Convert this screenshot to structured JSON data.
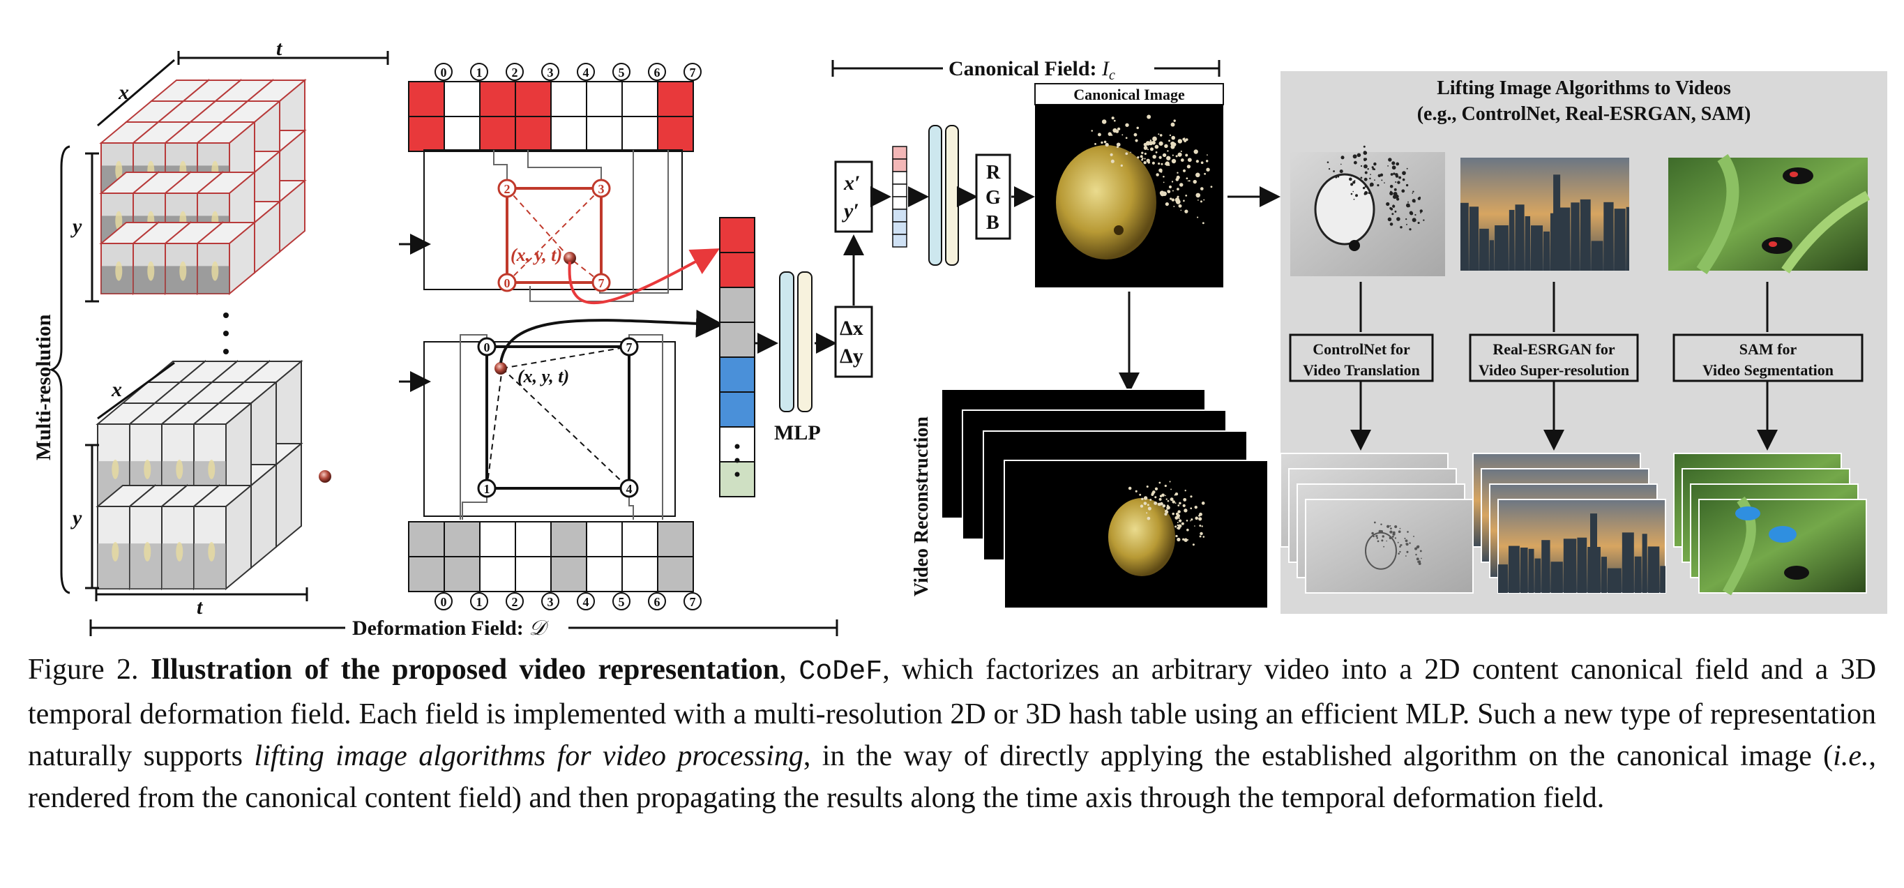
{
  "hash_indices": [
    "0",
    "1",
    "2",
    "3",
    "4",
    "5",
    "6",
    "7"
  ],
  "deformation": {
    "axis_t": "t",
    "axis_x": "x",
    "axis_y": "y",
    "multi_resolution": "Multi-resolution",
    "point_label": "(x, y, t)",
    "field_title": "Deformation Field: ",
    "field_symbol": "𝒟",
    "corner_top": [
      "2",
      "3",
      "0",
      "7"
    ],
    "corner_bottom": [
      "0",
      "7",
      "1",
      "4"
    ]
  },
  "mlp_label": "MLP",
  "delta": {
    "dx": "Δx",
    "dy": "Δy"
  },
  "coords": {
    "x": "x′",
    "y": "y′"
  },
  "rgb": {
    "r": "R",
    "g": "G",
    "b": "B"
  },
  "canonical": {
    "field_title": "Canonical Field: ",
    "field_symbol": "I",
    "field_sub": "c",
    "image_title": "Canonical Image"
  },
  "reconstruction_label": "Video Reconstruction",
  "lifting": {
    "title_line1": "Lifting Image Algorithms to Videos",
    "title_line2": "(e.g., ControlNet, Real-ESRGAN, SAM)",
    "boxes": [
      {
        "line1": "ControlNet for",
        "line2": "Video Translation"
      },
      {
        "line1": "Real-ESRGAN for",
        "line2": "Video Super-resolution"
      },
      {
        "line1": "SAM for",
        "line2": "Video Segmentation"
      }
    ]
  },
  "colors": {
    "red": "#e8393b",
    "gray": "#bdbdbd",
    "blue": "#4a90d9",
    "green": "#cfe0c3",
    "mlp_blue": "#cde7ee",
    "mlp_cream": "#f7f2dd"
  },
  "caption": {
    "prefix": "Figure 2. ",
    "bold": "Illustration of the proposed video representation",
    "comma": ", ",
    "code": "CoDeF",
    "text1": ", which factorizes an arbitrary video into a 2D content canonical field and a 3D temporal deformation field. Each field is implemented with a multi-resolution 2D or 3D hash table using an efficient MLP. Such a new type of representation naturally supports ",
    "italic1": "lifting image algorithms for video processing",
    "text2": ", in the way of directly applying the established algorithm on the canonical image (",
    "italic2": "i.e.",
    "text3": ", rendered from the canonical content field) and then propagating the results along the time axis through the temporal deformation field."
  }
}
